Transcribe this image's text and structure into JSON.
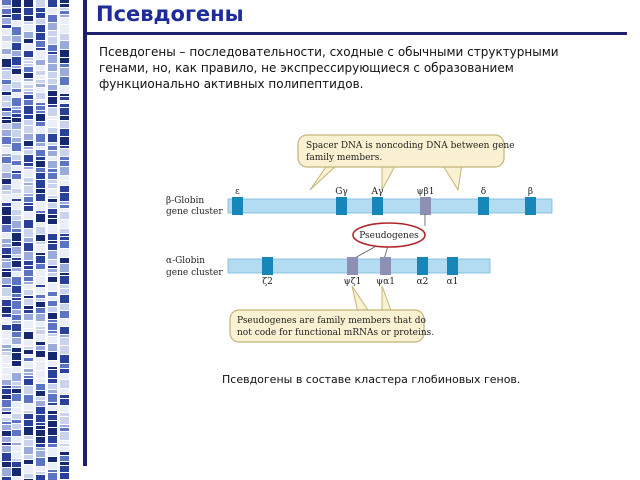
{
  "slide": {
    "title": "Псевдогены",
    "intro": "Псевдогены – последовательности, сходные с обычными структурными генами, но, как правило, не экспрессирующиеся с образованием функционально активных полипептидов.",
    "caption": "Псевдогены в составе кластера глобиновых генов."
  },
  "figure": {
    "callout_top": [
      "Spacer DNA is noncoding DNA between gene",
      "family members."
    ],
    "beta_cluster_label": [
      "β-Globin",
      "gene cluster"
    ],
    "beta_genes": [
      "ε",
      "Gγ",
      "Aγ",
      "ψβ1",
      "δ",
      "β"
    ],
    "pseudogenes_label": "Pseudogenes",
    "alpha_cluster_label": [
      "α-Globin",
      "gene cluster"
    ],
    "alpha_genes": [
      "ζ2",
      "ψζ1",
      "ψα1",
      "α2",
      "α1"
    ],
    "callout_bottom": [
      "Pseudogenes are family members that do",
      "not code for functional mRNAs or proteins."
    ],
    "colors": {
      "gene": "#1687b8",
      "pseudogene": "#8d8fb5",
      "chromosome": "#b3dcf2",
      "callout_fill": "#faf1d2",
      "callout_stroke": "#c2b57a",
      "highlight_ellipse": "#b0262b"
    }
  }
}
